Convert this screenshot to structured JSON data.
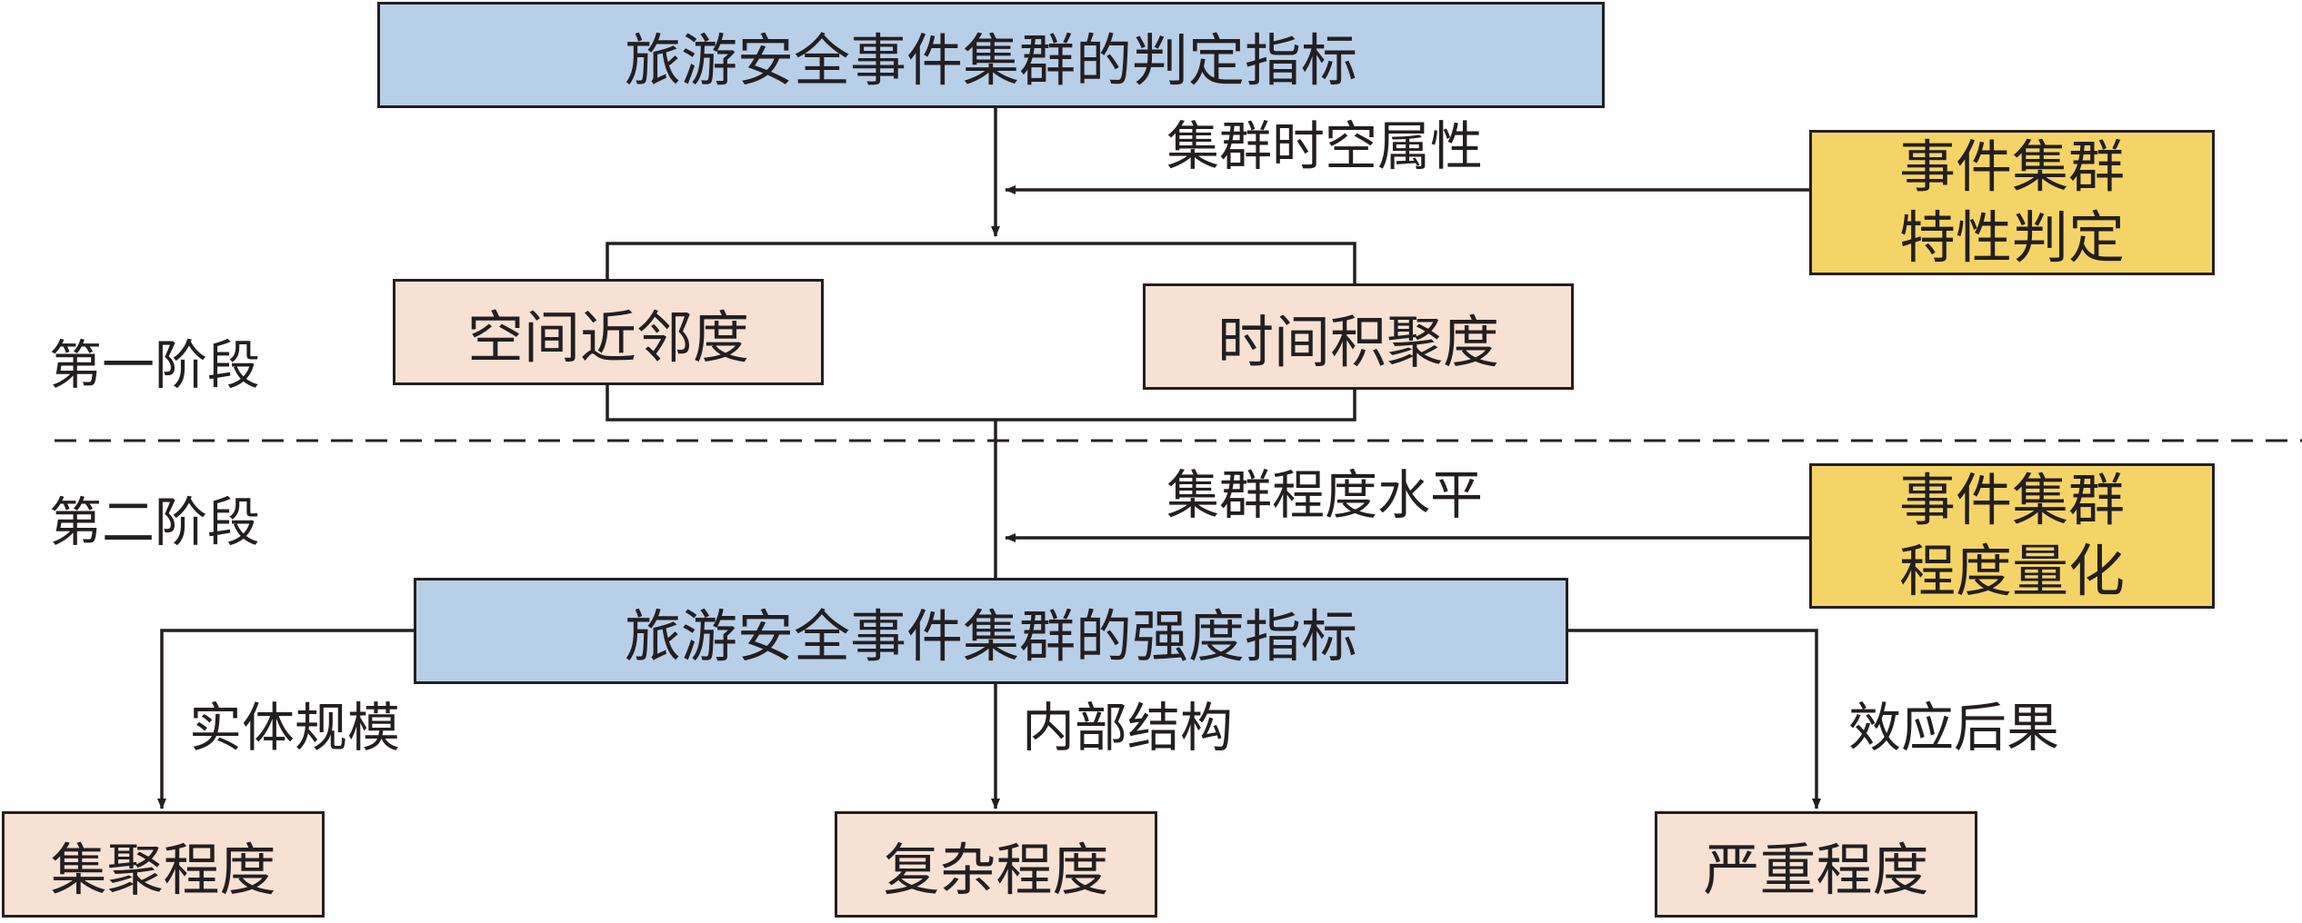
{
  "top_box": "旅游安全事件集群的判定指标",
  "bottom_box": "旅游安全事件集群的强度指标",
  "stage_one": "第一阶段",
  "stage_two": "第二阶段",
  "stage_one_inputs": {
    "spatial": "空间近邻度",
    "temporal": "时间积聚度"
  },
  "side_notes": {
    "characteristic": {
      "line1": "事件集群",
      "line2": "特性判定"
    },
    "degree": {
      "line1": "事件集群",
      "line2": "程度量化"
    }
  },
  "arrow_labels": {
    "spatiotemporal": "集群时空属性",
    "level": "集群程度水平",
    "entity_scale": "实体规模",
    "internal_structure": "内部结构",
    "effect_consequence": "效应后果"
  },
  "outputs": {
    "aggregation": "集聚程度",
    "complexity": "复杂程度",
    "severity": "严重程度"
  },
  "colors": {
    "indicator_box": "#b8cfe8",
    "factor_box": "#f7e1d3",
    "note_box": "#f5d467",
    "line": "#231f20"
  }
}
